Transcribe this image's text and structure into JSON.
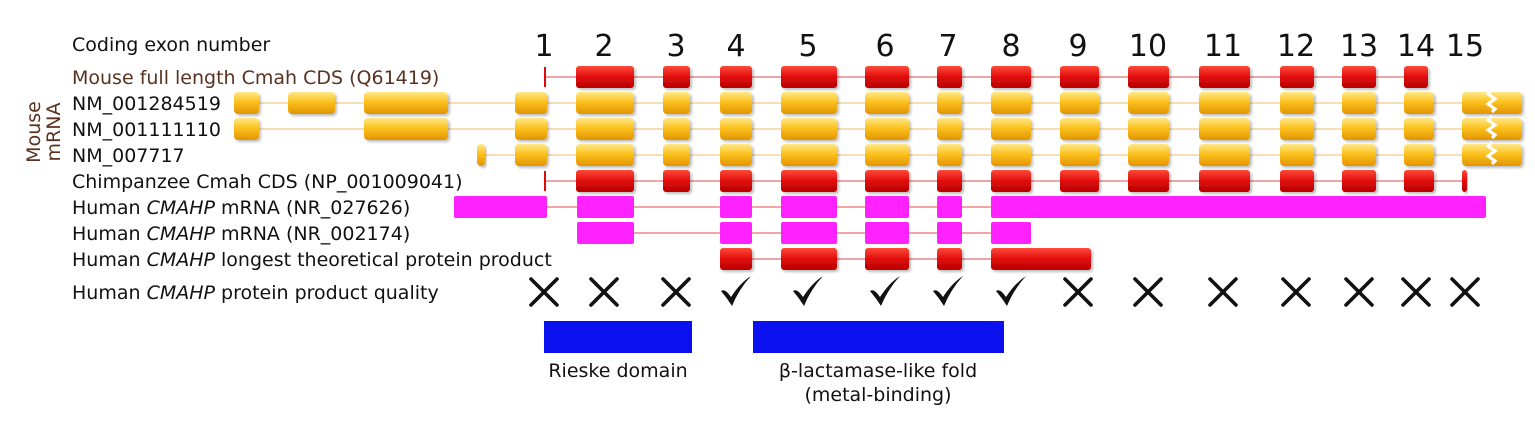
{
  "exon_header": "Coding exon number",
  "exon_numbers": [
    "1",
    "2",
    "3",
    "4",
    "5",
    "6",
    "7",
    "8",
    "9",
    "10",
    "11",
    "12",
    "13",
    "14",
    "15"
  ],
  "group_label": [
    "Mouse",
    "mRNA"
  ],
  "rows": [
    {
      "parts": [
        {
          "t": "Mouse full length Cmah CDS (Q61419)"
        }
      ],
      "color": "brown"
    },
    {
      "parts": [
        {
          "t": "NM_001284519"
        }
      ]
    },
    {
      "parts": [
        {
          "t": "NM_001111110"
        }
      ]
    },
    {
      "parts": [
        {
          "t": "NM_007717"
        }
      ]
    },
    {
      "parts": [
        {
          "t": "Chimpanzee Cmah CDS (NP_001009041)"
        }
      ]
    },
    {
      "parts": [
        {
          "t": "Human "
        },
        {
          "t": "CMAHP",
          "i": true
        },
        {
          "t": " mRNA (NR_027626)"
        }
      ]
    },
    {
      "parts": [
        {
          "t": "Human "
        },
        {
          "t": "CMAHP",
          "i": true
        },
        {
          "t": " mRNA (NR_002174)"
        }
      ]
    },
    {
      "parts": [
        {
          "t": "Human "
        },
        {
          "t": "CMAHP",
          "i": true
        },
        {
          "t": " longest theoretical protein product"
        }
      ]
    },
    {
      "parts": [
        {
          "t": "Human "
        },
        {
          "t": "CMAHP",
          "i": true
        },
        {
          "t": " protein product quality"
        }
      ]
    }
  ],
  "quality": [
    "cross",
    "cross",
    "cross",
    "check",
    "check",
    "check",
    "check",
    "check",
    "cross",
    "cross",
    "cross",
    "cross",
    "cross",
    "cross",
    "cross"
  ],
  "domains": [
    {
      "label": [
        "Rieske domain"
      ]
    },
    {
      "label": [
        "β-lactamase-like fold",
        "(metal-binding)"
      ]
    }
  ],
  "colors": {
    "red": "#dd0a0a",
    "orange": "#f5b400",
    "magenta": "#ff22ff",
    "blue": "#0a10ee",
    "line": "#e87070",
    "brown": "#5a3220"
  }
}
